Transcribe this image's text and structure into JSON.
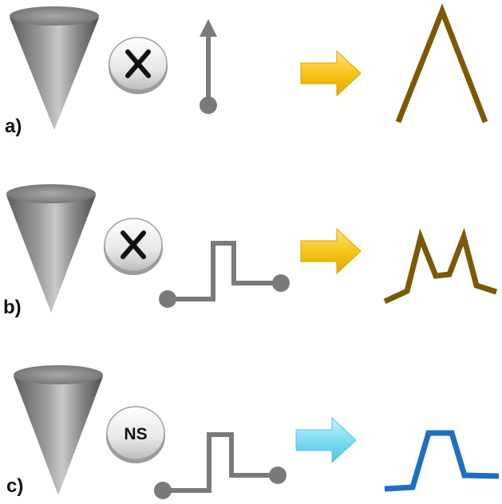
{
  "rows": [
    {
      "label": "a)",
      "operator": {
        "kind": "cross",
        "text": ""
      },
      "input_signal": "arrow-up-line",
      "transform_arrow_color": "#f7c51a",
      "output_signal": "single-peak",
      "output_color": "#7b5a06"
    },
    {
      "label": "b)",
      "operator": {
        "kind": "cross",
        "text": ""
      },
      "input_signal": "step-pulse",
      "transform_arrow_color": "#f7c51a",
      "output_signal": "double-peak",
      "output_color": "#7b5a06"
    },
    {
      "label": "c)",
      "operator": {
        "kind": "text",
        "text": "NS"
      },
      "input_signal": "step-pulse",
      "transform_arrow_color": "#7fdcf1",
      "output_signal": "flat-top-pulse",
      "output_color": "#1f6fbf"
    }
  ]
}
